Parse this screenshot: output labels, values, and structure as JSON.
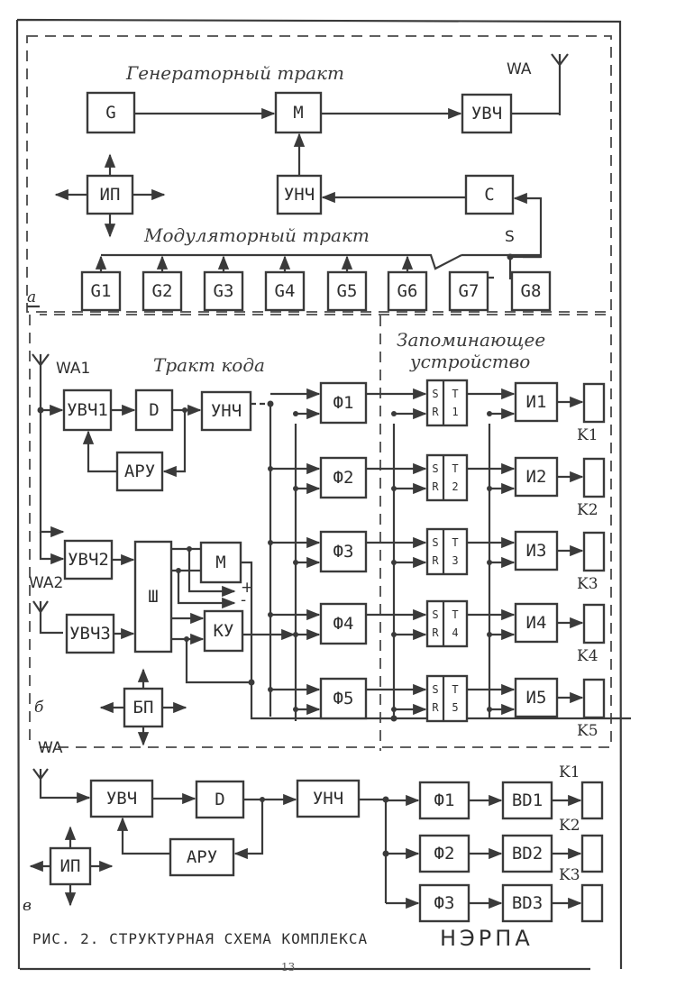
{
  "figure": {
    "caption": "РИС. 2. СТРУКТУРНАЯ СХЕМА КОМПЛЕКСА",
    "caption_name": "НЭРПА",
    "page_number": "13"
  },
  "section_a": {
    "letter": "а",
    "title_generator": "Генераторный тракт",
    "title_modulator": "Модуляторный тракт",
    "antenna": "WA",
    "switch": "S",
    "blocks": {
      "G": "G",
      "M": "M",
      "UVCH": "УВЧ",
      "IP": "ИП",
      "UNCH": "УНЧ",
      "C": "C",
      "gens": [
        "G1",
        "G2",
        "G3",
        "G4",
        "G5",
        "G6",
        "G7",
        "G8"
      ]
    }
  },
  "section_b": {
    "letter": "б",
    "title_code": "Тракт кода",
    "title_memory_1": "Запоминающее",
    "title_memory_2": "устройство",
    "antenna1": "WA1",
    "antenna2": "WA2",
    "blocks": {
      "UVCH1": "УВЧ1",
      "D": "D",
      "UNCH": "УНЧ",
      "ARU": "АРУ",
      "UVCH2": "УВЧ2",
      "UVCH3": "УВЧ3",
      "SH": "Ш",
      "M": "M",
      "KU": "КУ",
      "BP": "БП",
      "plus": "+",
      "minus": "-"
    },
    "filters": [
      "Ф1",
      "Ф2",
      "Ф3",
      "Ф4",
      "Ф5"
    ],
    "triggers": [
      {
        "s": "S",
        "r": "R",
        "t": "T",
        "n": "1"
      },
      {
        "s": "S",
        "r": "R",
        "t": "T",
        "n": "2"
      },
      {
        "s": "S",
        "r": "R",
        "t": "T",
        "n": "3"
      },
      {
        "s": "S",
        "r": "R",
        "t": "T",
        "n": "4"
      },
      {
        "s": "S",
        "r": "R",
        "t": "T",
        "n": "5"
      }
    ],
    "indicators": [
      "И1",
      "И2",
      "И3",
      "И4",
      "И5"
    ],
    "channels": [
      "K1",
      "K2",
      "K3",
      "K4",
      "K5"
    ]
  },
  "section_c": {
    "letter": "в",
    "antenna": "WA",
    "blocks": {
      "UVCH": "УВЧ",
      "D": "D",
      "UNCH": "УНЧ",
      "ARU": "АРУ",
      "IP": "ИП"
    },
    "filters": [
      "Ф1",
      "Ф2",
      "Ф3"
    ],
    "detectors": [
      "BD1",
      "BD2",
      "BD3"
    ],
    "channels": [
      "K1",
      "K2",
      "K3"
    ]
  }
}
